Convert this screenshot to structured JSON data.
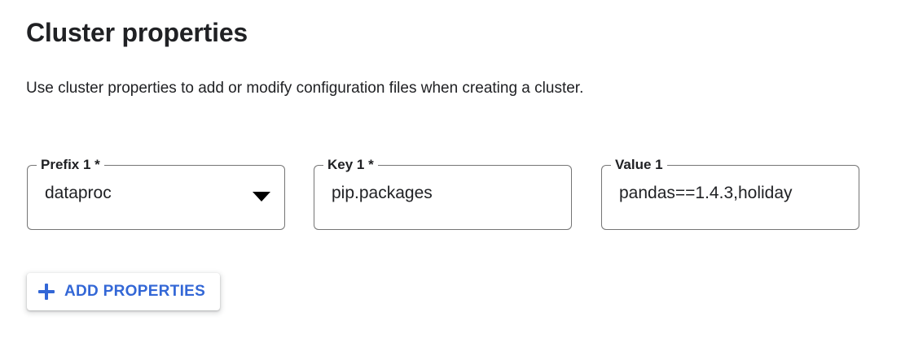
{
  "header": {
    "title": "Cluster properties",
    "subtitle": "Use cluster properties to add or modify configuration files when creating a cluster."
  },
  "form": {
    "fields": [
      {
        "label": "Prefix 1 *",
        "value": "dataproc",
        "control": "select",
        "required": true,
        "icon": "chevron-down-icon"
      },
      {
        "label": "Key 1 *",
        "value": "pip.packages",
        "control": "text",
        "required": true
      },
      {
        "label": "Value 1",
        "value": "pandas==1.4.3,holiday",
        "control": "text",
        "required": false
      }
    ]
  },
  "actions": {
    "add_properties_label": "ADD PROPERTIES",
    "add_properties_icon": "plus-icon"
  },
  "colors": {
    "accent": "#3367d6",
    "text": "#202124",
    "outline": "#757575",
    "background": "#ffffff"
  }
}
